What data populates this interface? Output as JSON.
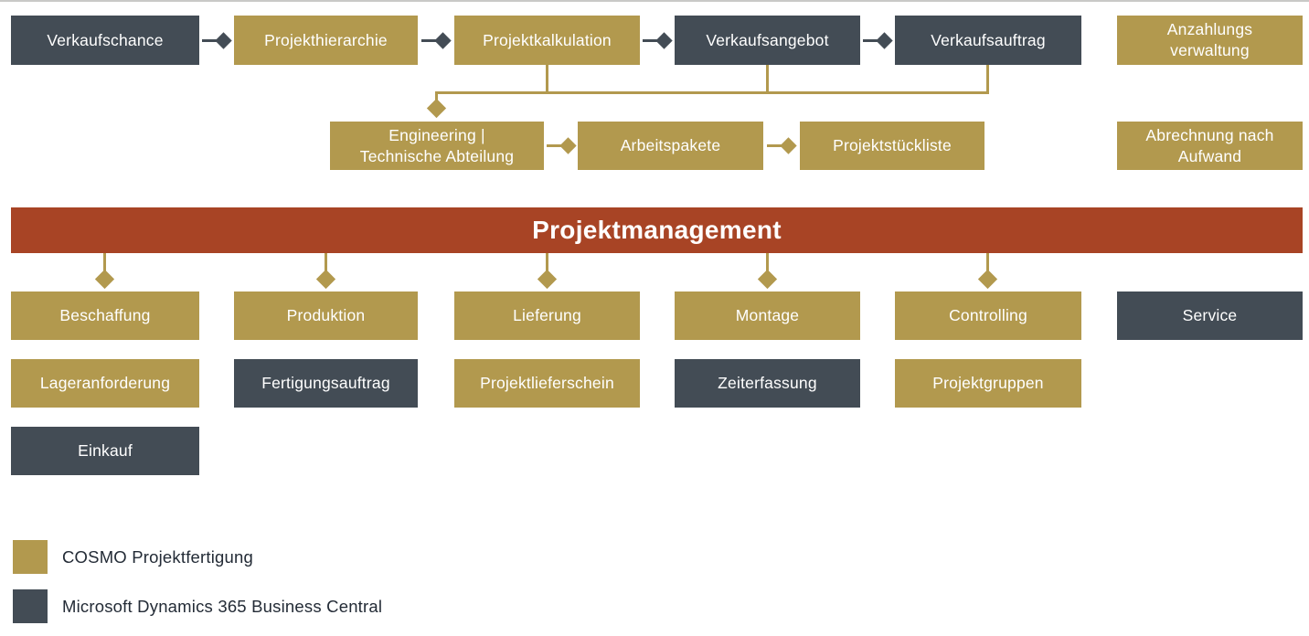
{
  "palette": {
    "cosmo_gold": "#B2994E",
    "dynamics_slate": "#434C55",
    "banner_red": "#A84425",
    "text_dark": "#232B36",
    "divider_gray": "#C9C9C7",
    "node_text": "#FFFFFF"
  },
  "flow": {
    "row1": [
      {
        "id": "verkaufschance",
        "label": "Verkaufschance",
        "system": "dynamics"
      },
      {
        "id": "projekthierarchie",
        "label": "Projekthierarchie",
        "system": "cosmo"
      },
      {
        "id": "projektkalkulation",
        "label": "Projektkalkulation",
        "system": "cosmo"
      },
      {
        "id": "verkaufsangebot",
        "label": "Verkaufsangebot",
        "system": "dynamics"
      },
      {
        "id": "verkaufsauftrag",
        "label": "Verkaufsauftrag",
        "system": "dynamics"
      },
      {
        "id": "anzahlungsverwaltung",
        "label": "Anzahlungs\nverwaltung",
        "system": "cosmo"
      }
    ],
    "row2": [
      {
        "id": "engineering",
        "label": "Engineering |\nTechnische Abteilung",
        "system": "cosmo"
      },
      {
        "id": "arbeitspakete",
        "label": "Arbeitspakete",
        "system": "cosmo"
      },
      {
        "id": "projektstueckliste",
        "label": "Projektstückliste",
        "system": "cosmo"
      },
      {
        "id": "abrechnung",
        "label": "Abrechnung nach\nAufwand",
        "system": "cosmo"
      }
    ],
    "banner": {
      "label": "Projektmanagement"
    },
    "row3": [
      {
        "id": "beschaffung",
        "label": "Beschaffung",
        "system": "cosmo"
      },
      {
        "id": "produktion",
        "label": "Produktion",
        "system": "cosmo"
      },
      {
        "id": "lieferung",
        "label": "Lieferung",
        "system": "cosmo"
      },
      {
        "id": "montage",
        "label": "Montage",
        "system": "cosmo"
      },
      {
        "id": "controlling",
        "label": "Controlling",
        "system": "cosmo"
      },
      {
        "id": "service",
        "label": "Service",
        "system": "dynamics"
      }
    ],
    "row4": [
      {
        "id": "lageranforderung",
        "label": "Lageranforderung",
        "system": "cosmo"
      },
      {
        "id": "fertigungsauftrag",
        "label": "Fertigungsauftrag",
        "system": "dynamics"
      },
      {
        "id": "projektlieferschein",
        "label": "Projektlieferschein",
        "system": "cosmo"
      },
      {
        "id": "zeiterfassung",
        "label": "Zeiterfassung",
        "system": "dynamics"
      },
      {
        "id": "projektgruppen",
        "label": "Projektgruppen",
        "system": "cosmo"
      }
    ],
    "row5": [
      {
        "id": "einkauf",
        "label": "Einkauf",
        "system": "dynamics"
      }
    ]
  },
  "legend": {
    "items": [
      {
        "swatch": "cosmo",
        "label": "COSMO Projektfertigung"
      },
      {
        "swatch": "dynamics",
        "label": "Microsoft Dynamics 365 Business Central"
      }
    ]
  }
}
